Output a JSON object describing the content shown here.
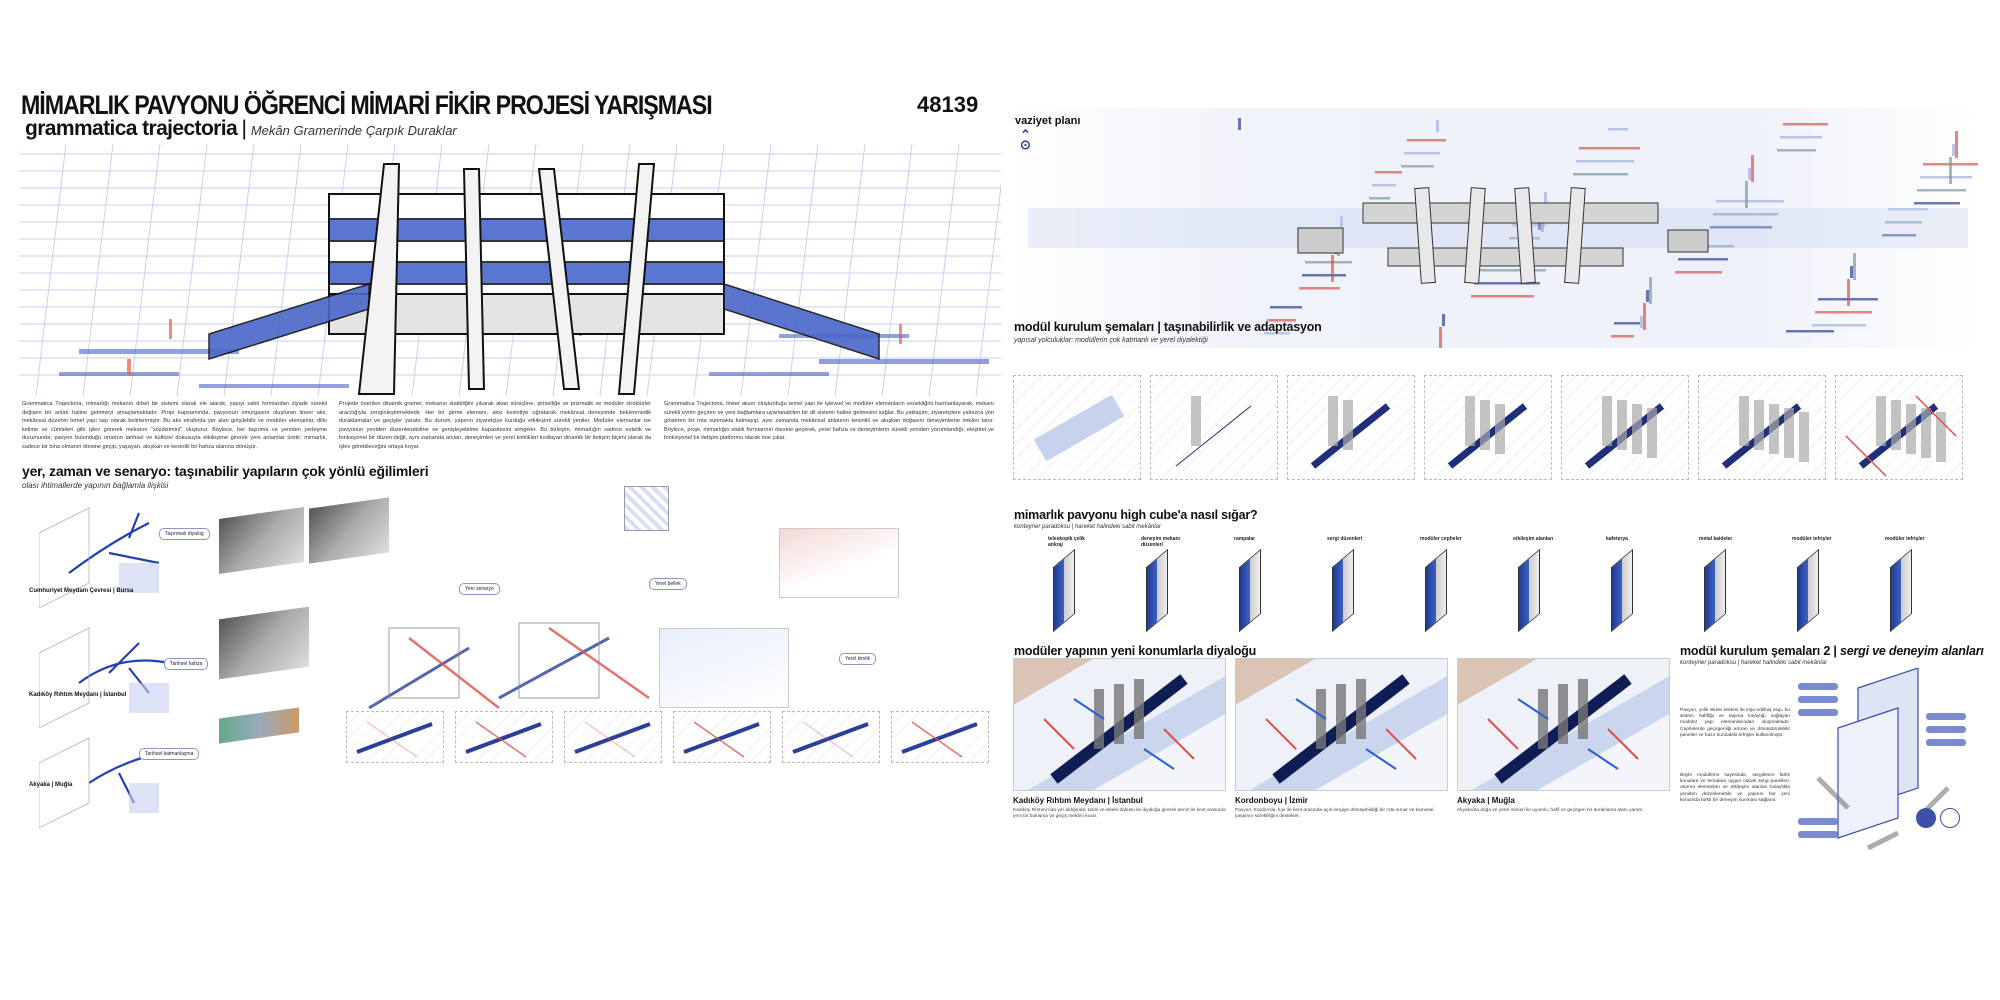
{
  "left_panel": {
    "title": "MİMARLIK PAVYONU ÖĞRENCİ MİMARİ FİKİR PROJESİ YARIŞMASI",
    "entry_number": "48139",
    "project_name": "grammatica trajectoria",
    "separator": "|",
    "project_subtitle": "Mekân Gramerinde Çarpık Duraklar",
    "paragraphs": [
      "Grammatica Trajectoria, mimarlığı mekanın dilsel bir sistemi olarak ele alarak, yapıyı sabit formlardan ziyade sürekli değişen bir anlatı haline getirmeyi amaçlamaktadır. Proje kapsamında, pavyonun omurgasını oluşturan lineer aks, mekânsal düzenin temel yapı taşı olarak belirlenmiştir. Bu aks etrafında yer alan girişilebilir ve modüler elemanlar, dilin kelime ve cümleleri gibi işlev görerek mekanın \"sözdizimini\" oluşturur. Böylece, her taşınma ve yeniden yerleşme durumunda, pavyon bulunduğu ortamın tarihsel ve kültürel dokusuyla etkileşime girerek yeni anlamlar üretir; mimarlık, sadece bir bina olmanın ötesine geçip, yaşayan, akışkan ve kesintili bir hafıza alanına dönüşür.",
      "Projede önerilen dinamik gramer, mekanın statikliğini yıkarak akan süreçlere, şiirselliğe ve prizmatik ve modüler strüktürler aracılığıyla zenginleştirmektedir. Her bir girme elemanı, aksı kesintiye uğratarak mekânsal deneyimde beklenmedik duraklamalar ve geçişler yaratır. Bu durum, yapının ziyaretçiye kurduğu etkileşimi sürekli yeniler. Modüler elemanlar ise pavyonun yeniden düzenlenebilme ve genişleyebilme kapasitesini simgeler. Bu birleşim, mimarlığın sadece estetik ve fonksiyonel bir düzen değil, aynı zamanda anıları, deneyimleri ve yerel kimlikleri kodlayan dinamik bir iletişim biçimi olarak da işlev görebileceğini ortaya koyar.",
      "Grammatica Trajectoria, lineer aksın oluşturduğu temel yapı ile işlevsel ve modüler elemanların esnekliğini harmanlayarak, mekanı sürekli evrim geçiren ve yeni bağlamlara uyarlanabilen bir dil sistemi haline gelmesini sağlar. Bu yaklaşım, ziyaretçilere yalnızca yön gösteren bir rota sunmakla kalmayıp, aynı zamanda mekânsal anlatının kesintili ve akışkan doğasını deneyimleme imkânı tanır. Böylece, proje, mimarlığın statik formlarının ötesine geçerek, yerel hafıza ve deneyimlerin sürekli yeniden yorumlandığı, eleştirel ve fonksiyonel bir iletişim platformu olarak öne çıkar."
    ],
    "section_title": "yer, zaman ve senaryo: taşınabilir yapıların çok yönlü eğilimleri",
    "section_subtitle": "olası ihtimallerde yapının bağlamla ilişkisi",
    "locations": [
      "Cumhuriyet Meydanı Çevresi | Bursa",
      "Kadıköy Rıhtım Meydanı | İstanbul",
      "Akyaka | Muğla"
    ],
    "tags": [
      "Taşınmalı diyalog",
      "Tarihsel hafıza",
      "Tarihsel katmanlaşma",
      "Yeni senaryo",
      "Yerel bellek",
      "Yerel kimlik"
    ]
  },
  "right_panel": {
    "site_plan_title": "vaziyet planı",
    "module_title": "modül kurulum şemaları | taşınabilirlik ve adaptasyon",
    "module_subtitle": "yapısal yolculuklar: modüllerin çok katmanlı ve yerel diyalektiği",
    "high_cube_title": "mimarlık pavyonu high cube'a nasıl sığar?",
    "high_cube_subtitle": "konteyner paradoksu | hareket halindeki sabit mekânlar",
    "container_labels": [
      "teleskopik çelik ankraj",
      "deneyim mekanı düzenleri",
      "rampalar",
      "sergi düzenleri",
      "modüler cepheler",
      "etkileşim alanları",
      "kafeterya",
      "metal kaideler",
      "modüler tefrişler",
      "modüler tefrişler"
    ],
    "dialogue_title": "modüler yapının yeni konumlarla diyaloğu",
    "locations": [
      {
        "name": "Kadıköy Rıhtım Meydanı | İstanbul",
        "text": "Kadıköy Rıhtımı'nda yer aldığında, tarihi ve iskele dokusu ile diyaloğa girerek deniz ile kent arasında yeni bir buluşma ve geçiş mekânı kurar."
      },
      {
        "name": "Kordonboyu | İzmir",
        "text": "Pavyon, Kordon'da, kıyı ile kent arasında açık sergiye dönüşebildiği bir rota sunar ve kamusal yaşamın sürekliliğini destekler."
      },
      {
        "name": "Akyaka | Muğla",
        "text": "Akyaka'da doğa ve yerel mimari ile uyumlu, hafif ve geçirgen bir duraklama alanı yaratır."
      }
    ],
    "exhibit_title": "modül kurulum şemaları 2 |",
    "exhibit_title_italic": "sergi ve deneyim alanları",
    "exhibit_subtitle": "konteyner paradoksu | hareket halindeki sabit mekânlar",
    "exhibit_paragraphs": [
      "Pavyon, çelik iskele sistemi ile inşa edilmiş olup, bu sistem hafifliği ve taşıma kolaylığı sağlayan modüler yapı elemanlarından oluşmaktadır. Cephelerde geçirgenliği artıran ve dönüştürülebilir paneller ve hazır kurulabilir tefrişler kullanılmıştır.",
      "Böyle modüllerin sayesinde, sergilenen farklı konulara ve temalara uygun olarak sergi panelleri, oturma elemanları ve etkileşim alanları kolaylıkla yeniden düzenlenebilir ve yapının her yeni konumda farklı bir deneyim sunması sağlanır."
    ],
    "colors": {
      "accent_blue": "#2b3f9a",
      "accent_red": "#e0504a",
      "light_blue": "#c7d2ee"
    }
  }
}
